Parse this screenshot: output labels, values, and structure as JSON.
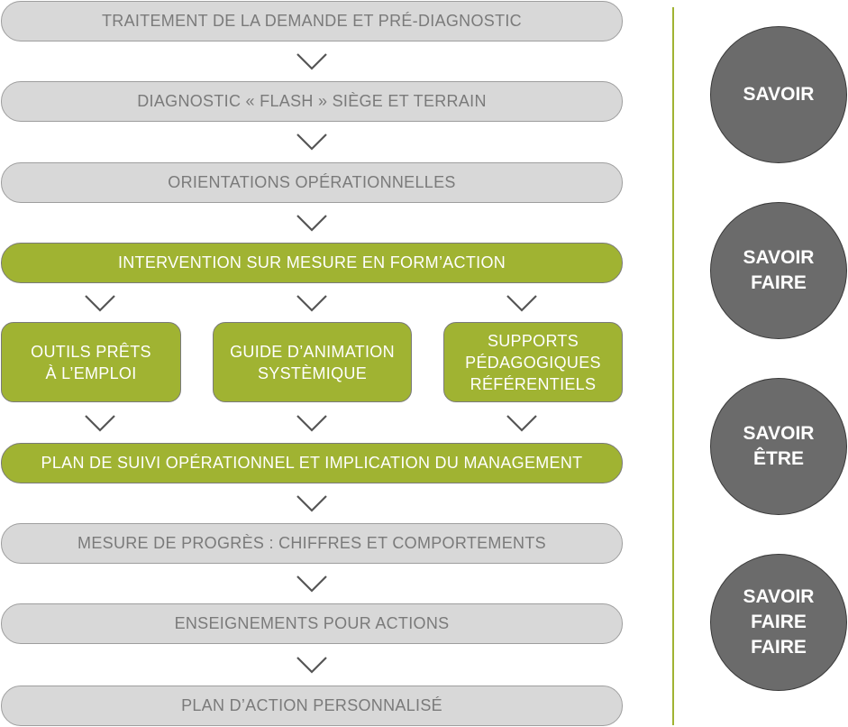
{
  "flow": {
    "step1": "TRAITEMENT DE LA DEMANDE ET PRÉ-DIAGNOSTIC",
    "step2": "DIAGNOSTIC « FLASH » SIÈGE ET TERRAIN",
    "step3": "ORIENTATIONS OPÉRATIONNELLES",
    "step4": "INTERVENTION SUR MESURE EN FORM’ACTION",
    "sub1": "OUTILS PRÊTS\nÀ L’EMPLOI",
    "sub2": "GUIDE D’ANIMATION\nSYSTÈMIQUE",
    "sub3": "SUPPORTS\nPÉDAGOGIQUES\nRÉFÉRENTIELS",
    "step5": "PLAN DE SUIVI OPÉRATIONNEL ET IMPLICATION DU MANAGEMENT",
    "step6": "MESURE DE PROGRÈS : CHIFFRES ET COMPORTEMENTS",
    "step7": "ENSEIGNEMENTS POUR ACTIONS",
    "step8": "PLAN D’ACTION PERSONNALISÉ"
  },
  "circles": {
    "c1": "SAVOIR",
    "c2": "SAVOIR\nFAIRE",
    "c3": "SAVOIR\nÊTRE",
    "c4": "SAVOIR\nFAIRE\nFAIRE"
  },
  "colors": {
    "green": "#a0b332",
    "gray_box": "#d8d8d8",
    "gray_text": "#7a7a7a",
    "circle": "#6b6b6b"
  }
}
